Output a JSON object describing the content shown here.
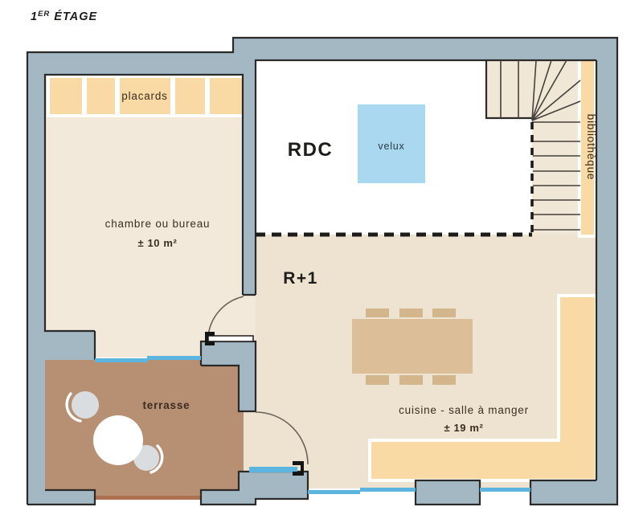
{
  "title": {
    "number": "1",
    "ordinal": "ER",
    "word": " ÉTAGE"
  },
  "labels": {
    "closets": "placards",
    "ground_floor": "RDC",
    "skylight": "velux",
    "library": "bibliothèque",
    "bedroom": "chambre ou bureau",
    "bedroom_area": "± 10 m²",
    "first_floor": "R+1",
    "kitchen": "cuisine - salle à manger",
    "kitchen_area": "± 19 m²",
    "terrace": "terrasse"
  },
  "colors": {
    "wall": "#a4b8c4",
    "outline": "#2b2a28",
    "floor-cream": "#f2e9da",
    "floor-beige": "#eee3d1",
    "stair": "#f0e7d7",
    "orange": "#f9d9a4",
    "velux": "#a9d8f0",
    "glass": "#5cb5de",
    "terrace": "#b78f73",
    "terrace-edge": "#ad7050",
    "table": "#dcbf98",
    "chair": "#d3b68c",
    "chair-gray": "#d9dde0",
    "label": "#3b2e20",
    "heading": "#1d1d1b"
  }
}
